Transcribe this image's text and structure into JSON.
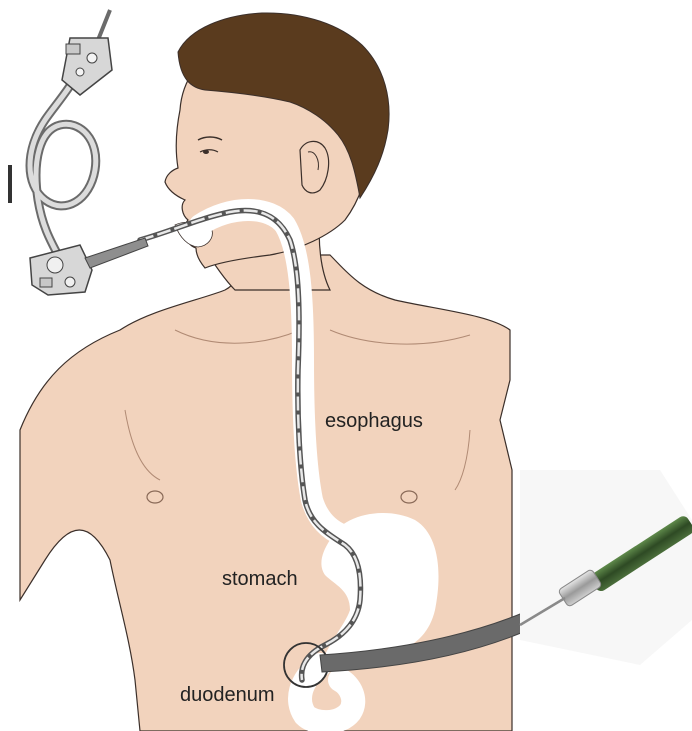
{
  "labels": {
    "esophagus": "esophagus",
    "stomach": "stomach",
    "duodenum": "duodenum"
  },
  "colors": {
    "skin": "#f2d3bd",
    "skin_shadow": "#e8c0a5",
    "hair": "#5a3b1e",
    "outline": "#3b2f2a",
    "organ": "#ffffff",
    "scope_body": "#d7d7d7",
    "scope_tube": "#555555",
    "needle_coil": "#3a5a2e",
    "background": "#ffffff"
  },
  "icons": [
    "endoscope-handle-icon",
    "biopsy-needle-icon"
  ]
}
